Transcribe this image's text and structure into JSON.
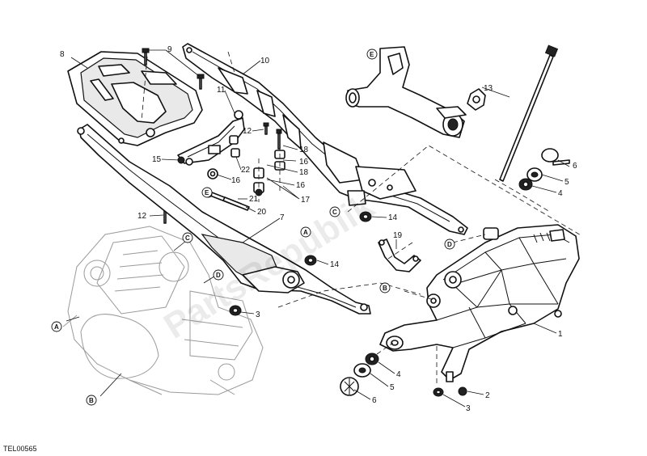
{
  "diagram_code": "TEL00565",
  "watermark": "PartsRepublik",
  "callouts": [
    "1",
    "2",
    "3",
    "3",
    "4",
    "4",
    "5",
    "5",
    "6",
    "6",
    "7",
    "8",
    "9",
    "10",
    "11",
    "12",
    "12",
    "13",
    "14",
    "14",
    "15",
    "16",
    "16",
    "16",
    "17",
    "18",
    "18",
    "19",
    "20",
    "21",
    "22"
  ],
  "refs": [
    "A",
    "A",
    "B",
    "B",
    "C",
    "C",
    "D",
    "D",
    "E",
    "E"
  ]
}
